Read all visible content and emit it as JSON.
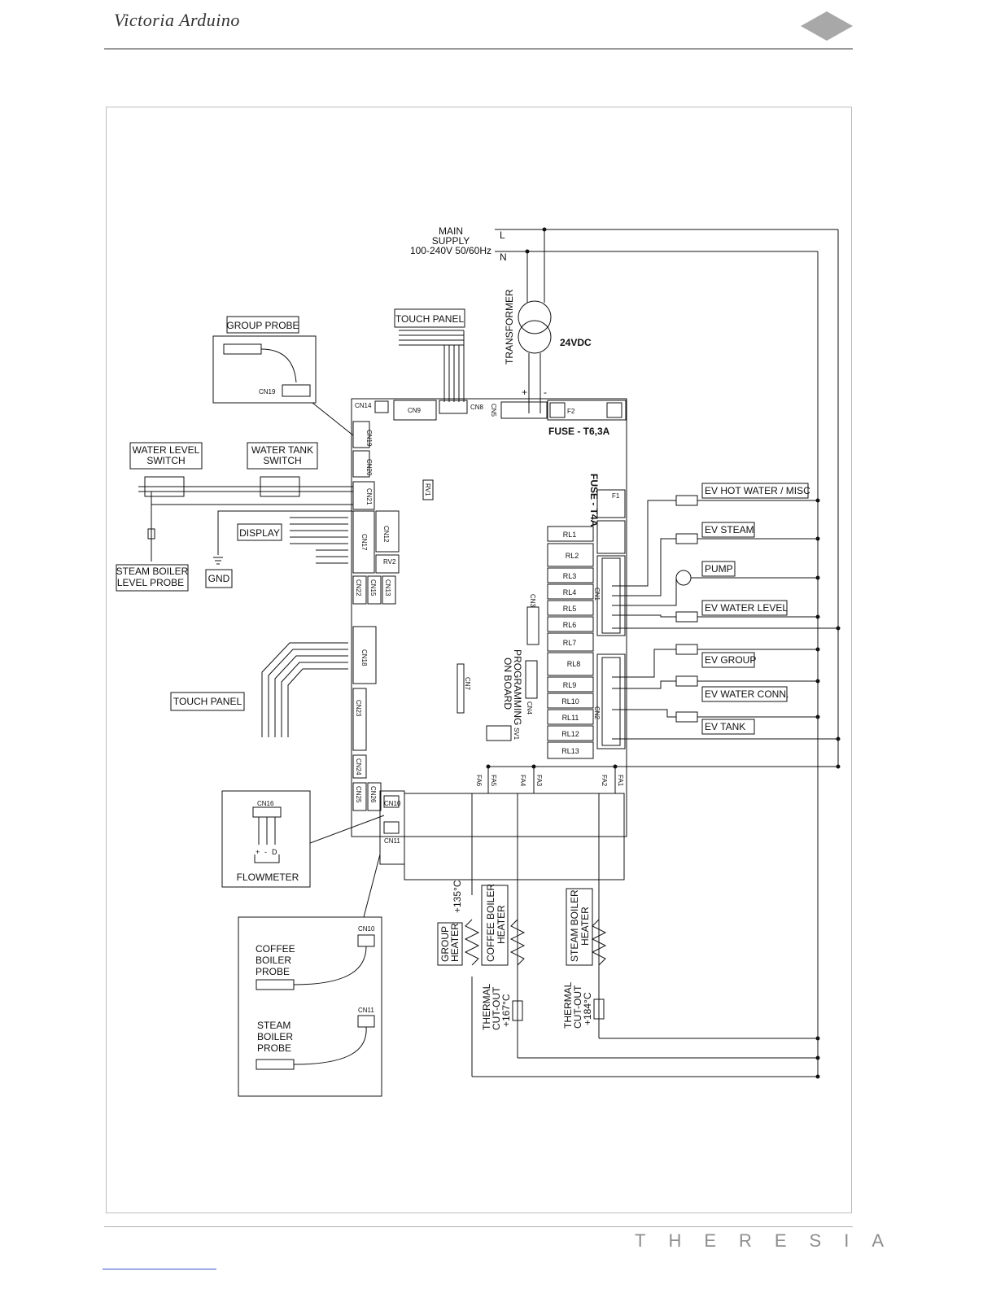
{
  "header": {
    "brand": "Victoria Arduino"
  },
  "footer": {
    "model": "THERESIA"
  },
  "diagram": {
    "supply": {
      "line1": "MAIN",
      "line2": "SUPPLY",
      "line3": "100-240V 50/60Hz",
      "L": "L",
      "N": "N"
    },
    "transformer": "TRANSFORMER",
    "vdc": "24VDC",
    "plus": "+",
    "minus": "-",
    "fuse_main": "FUSE - T6,3A",
    "fuse_small": "FUSE - T4A",
    "f1": "F1",
    "f2": "F2",
    "labels": {
      "group_probe": "GROUP PROBE",
      "touch_panel_top": "TOUCH PANEL",
      "water_level_switch_1": "WATER LEVEL",
      "water_level_switch_2": "SWITCH",
      "water_tank_switch_1": "WATER TANK",
      "water_tank_switch_2": "SWITCH",
      "display": "DISPLAY",
      "steam_boiler_level_probe_1": "STEAM BOILER",
      "steam_boiler_level_probe_2": "LEVEL PROBE",
      "gnd": "GND",
      "touch_panel_left": "TOUCH PANEL",
      "flowmeter": "FLOWMETER",
      "coffee_boiler_probe_1": "COFFEE",
      "coffee_boiler_probe_2": "BOILER",
      "coffee_boiler_probe_3": "PROBE",
      "steam_boiler_probe_1": "STEAM",
      "steam_boiler_probe_2": "BOILER",
      "steam_boiler_probe_3": "PROBE",
      "programming_1": "PROGRAMMING",
      "programming_2": "ON BOARD",
      "group_heater_1": "GROUP",
      "group_heater_2": "HEATER",
      "group_temp": "+135°C",
      "coffee_heater_1": "COFFEE BOILER",
      "coffee_heater_2": "HEATER",
      "steam_heater_1": "STEAM BOILER",
      "steam_heater_2": "HEATER",
      "cutout_167_1": "THERMAL",
      "cutout_167_2": "CUT-OUT",
      "cutout_167_3": "+167°C",
      "cutout_184_1": "THERMAL",
      "cutout_184_2": "CUT-OUT",
      "cutout_184_3": "+184°C"
    },
    "outputs": [
      "EV HOT WATER / MISC",
      "EV STEAM",
      "PUMP",
      "EV WATER LEVEL",
      "EV GROUP",
      "EV WATER CONN.",
      "EV TANK"
    ],
    "relays": [
      "RL1",
      "RL2",
      "RL3",
      "RL4",
      "RL5",
      "RL6",
      "RL7",
      "RL8",
      "RL9",
      "RL10",
      "RL11",
      "RL12",
      "RL13"
    ],
    "connectors": {
      "cn1": "CN1",
      "cn2": "CN2",
      "cn3": "CN3",
      "cn4": "CN4",
      "cn5": "CN5",
      "cn7": "CN7",
      "cn8": "CN8",
      "cn9": "CN9",
      "cn10": "CN10",
      "cn11": "CN11",
      "cn12": "CN12",
      "cn13": "CN13",
      "cn14": "CN14",
      "cn15": "CN15",
      "cn16": "CN16",
      "cn17": "CN17",
      "cn18": "CN18",
      "cn19": "CN19",
      "cn20": "CN20",
      "cn21": "CN21",
      "cn22": "CN22",
      "cn23": "CN23",
      "cn24": "CN24",
      "cn25": "CN25",
      "cn26": "CN26",
      "rv1": "RV1",
      "rv2": "RV2",
      "sv1": "SV1"
    },
    "fa": [
      "FA6",
      "FA5",
      "FA4",
      "FA3",
      "FA2",
      "FA1"
    ],
    "flowmeter_pins": {
      "p1": "+",
      "p2": "-",
      "p3": "D"
    },
    "colors": {
      "line": "#111111",
      "frame": "#bdbdbd",
      "rule": "#9a9a9a",
      "diamond": "#a8a8a8"
    }
  }
}
